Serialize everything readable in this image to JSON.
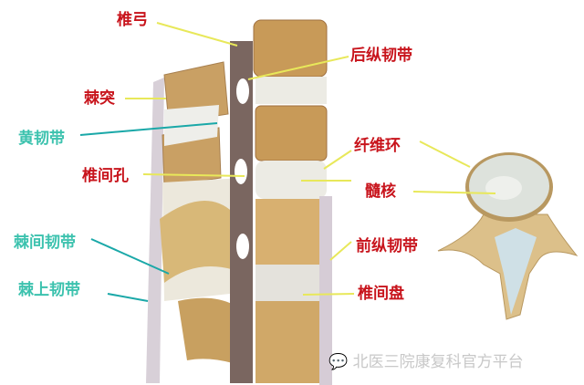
{
  "colors": {
    "label_red": "#c8141c",
    "label_teal": "#3cc2ae",
    "leader_yellow": "#e8e85a",
    "leader_teal": "#1aa8a8",
    "bone": "#dcc08a",
    "bone_dark": "#8a5a2a",
    "disc": "#e8e8e0"
  },
  "labels": {
    "vertebral_arch": "椎弓",
    "posterior_longitudinal_ligament": "后纵韧带",
    "spinous_process": "棘突",
    "ligamentum_flavum": "黄韧带",
    "annulus_fibrosus": "纤维环",
    "intervertebral_foramen": "椎间孔",
    "nucleus_pulposus": "髓核",
    "interspinous_ligament": "棘间韧带",
    "anterior_longitudinal_ligament": "前纵韧带",
    "supraspinous_ligament": "棘上韧带",
    "intervertebral_disc": "椎间盘"
  },
  "watermark": {
    "icon": "wechat-icon",
    "text": "北医三院康复科官方平台"
  }
}
